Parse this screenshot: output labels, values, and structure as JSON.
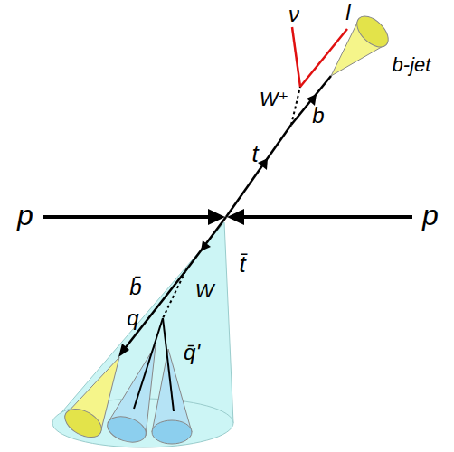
{
  "diagram": {
    "labels": [
      "ν",
      "l",
      "b-jet",
      "W⁺",
      "b",
      "t",
      "p",
      "p",
      "t̄",
      "b̄",
      "W⁻",
      "q",
      "q̄'"
    ]
  }
}
